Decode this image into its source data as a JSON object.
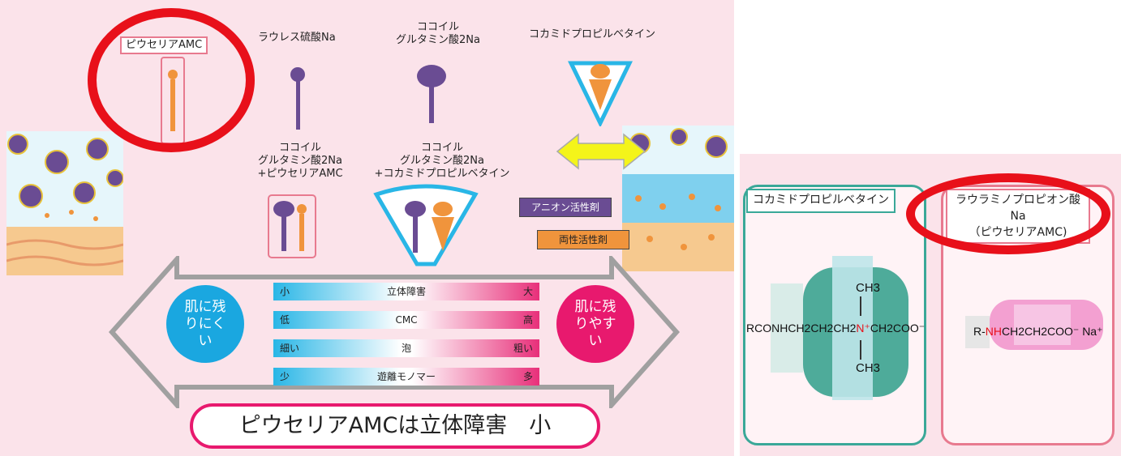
{
  "labels": {
    "piucelia": "ピウセリアAMC",
    "laureth": "ラウレス硫酸Na",
    "cocoyl": "ココイル\nグルタミン酸2Na",
    "betaine": "コカミドプロピルベタイン",
    "mix1": "ココイル\nグルタミン酸2Na\n+ピウセリアAMC",
    "mix2": "ココイル\nグルタミン酸2Na\n+コカミドプロピルベタイン"
  },
  "legend": {
    "anion": "アニオン活性剤",
    "amphoteric": "両性活性剤"
  },
  "comparison": {
    "left_circle": "肌に残\nりにく\nい",
    "right_circle": "肌に残\nりやす\nい",
    "rows": [
      {
        "left": "小",
        "center": "立体障害",
        "right": "大"
      },
      {
        "left": "低",
        "center": "CMC",
        "right": "高"
      },
      {
        "left": "細い",
        "center": "泡",
        "right": "粗い"
      },
      {
        "left": "少",
        "center": "遊離モノマー",
        "right": "多"
      }
    ]
  },
  "conclusion": "ピウセリアAMCは立体障害　小",
  "right_panel": {
    "betaine_title": "コカミドプロピルベタイン",
    "lauraminoprop_title": "ラウラミノプロピオン酸Na\n（ピウセリアAMC)",
    "betaine_formula": {
      "ch3_top": "CH3",
      "main_a": "RCONHCH2CH2CH2",
      "main_n": "N⁺",
      "main_b": "CH2COO⁻",
      "ch3_bottom": "CH3"
    },
    "lauraminoprop_formula": {
      "a": "R-",
      "nh": "NH",
      "b": "CH2CH2COO⁻ Na⁺"
    }
  },
  "colors": {
    "highlight": "#e8101a",
    "anion": "#6a4c93",
    "amphoteric": "#f0943c",
    "cyan": "#29b6e6",
    "magenta": "#e8307a",
    "teal": "#3aa898",
    "yellow": "#f4f41a"
  }
}
